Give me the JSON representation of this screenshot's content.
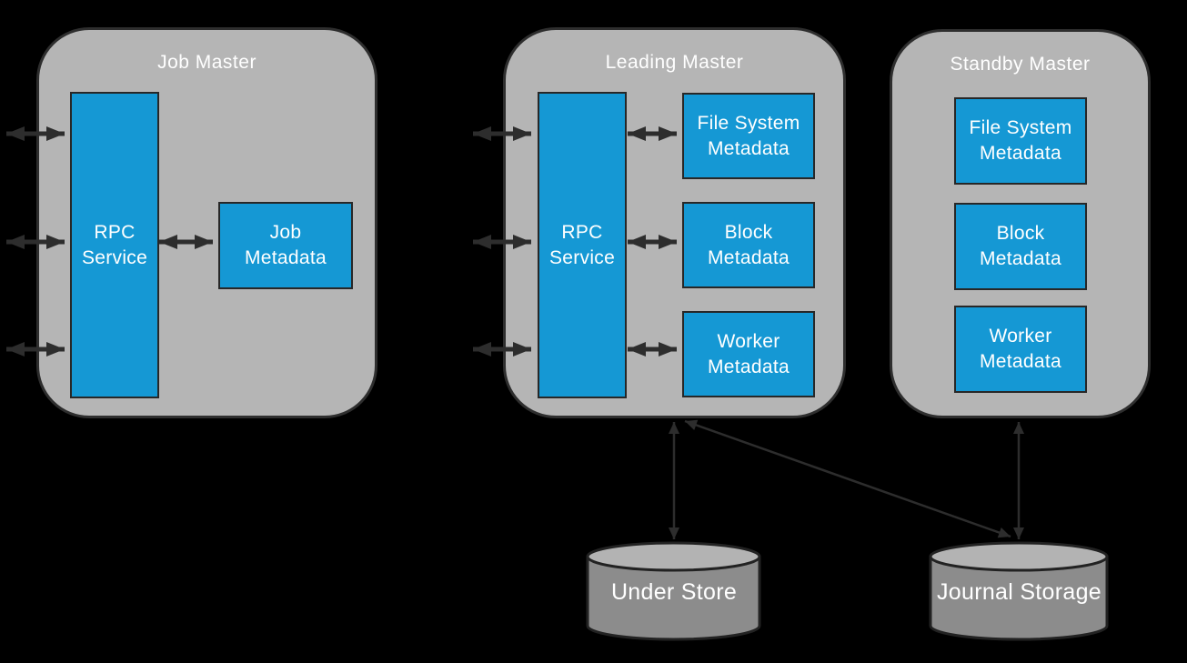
{
  "diagram": {
    "job_master": {
      "title": "Job Master",
      "rpc_service": "RPC\nService",
      "job_metadata": "Job\nMetadata"
    },
    "leading_master": {
      "title": "Leading Master",
      "rpc_service": "RPC\nService",
      "file_system_metadata": "File System\nMetadata",
      "block_metadata": "Block\nMetadata",
      "worker_metadata": "Worker\nMetadata"
    },
    "standby_master": {
      "title": "Standby Master",
      "file_system_metadata": "File System\nMetadata",
      "block_metadata": "Block\nMetadata",
      "worker_metadata": "Worker\nMetadata"
    },
    "storage": {
      "under_store": "Under Store",
      "journal_storage": "Journal Storage"
    }
  },
  "colors": {
    "background": "#000000",
    "container_fill": "#b5b5b5",
    "container_border": "#2e2e2e",
    "box_fill": "#1598d4",
    "box_border": "#272727",
    "arrow": "#2d2d2d",
    "cylinder_body": "#8c8c8c",
    "cylinder_top": "#b3b3b3",
    "cylinder_border": "#222222",
    "text": "#ffffff"
  }
}
